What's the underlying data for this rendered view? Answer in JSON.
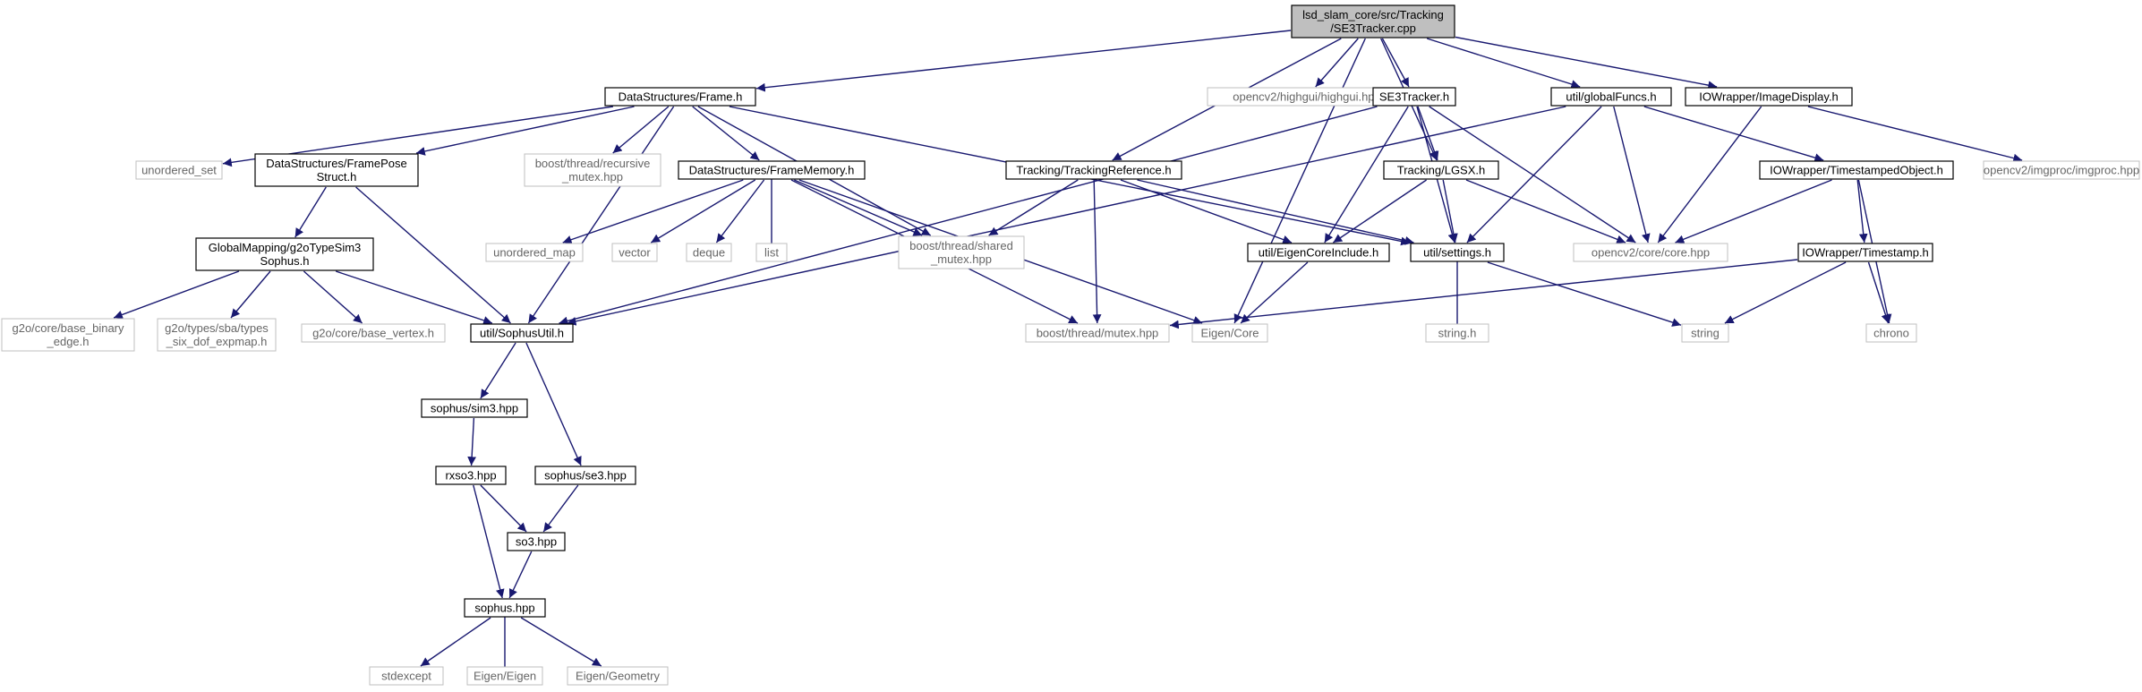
{
  "colors": {
    "edge": "#191970",
    "local_border": "#000000",
    "system_border": "#bfbfbf",
    "system_text": "#666666",
    "root_fill": "#bfbfbf"
  },
  "nodes": {
    "root": [
      "lsd_slam_core/src/Tracking",
      "/SE3Tracker.cpp"
    ],
    "frame": [
      "DataStructures/Frame.h"
    ],
    "highgui": [
      "opencv2/highgui/highgui.hpp"
    ],
    "se3tracker": [
      "SE3Tracker.h"
    ],
    "globalfuncs": [
      "util/globalFuncs.h"
    ],
    "imagedisplay": [
      "IOWrapper/ImageDisplay.h"
    ],
    "unordered_set": [
      "unordered_set"
    ],
    "framepose": [
      "DataStructures/FramePose",
      "Struct.h"
    ],
    "recursive_mutex": [
      "boost/thread/recursive",
      "_mutex.hpp"
    ],
    "framememory": [
      "DataStructures/FrameMemory.h"
    ],
    "trackingref": [
      "Tracking/TrackingReference.h"
    ],
    "lgsx": [
      "Tracking/LGSX.h"
    ],
    "timestampedobject": [
      "IOWrapper/TimestampedObject.h"
    ],
    "imgproc": [
      "opencv2/imgproc/imgproc.hpp"
    ],
    "g2otypesim3": [
      "GlobalMapping/g2oTypeSim3",
      "Sophus.h"
    ],
    "unordered_map": [
      "unordered_map"
    ],
    "vector": [
      "vector"
    ],
    "deque": [
      "deque"
    ],
    "list": [
      "list"
    ],
    "shared_mutex": [
      "boost/thread/shared",
      "_mutex.hpp"
    ],
    "eigencoreinclude": [
      "util/EigenCoreInclude.h"
    ],
    "settings": [
      "util/settings.h"
    ],
    "corehpp": [
      "opencv2/core/core.hpp"
    ],
    "timestamp": [
      "IOWrapper/Timestamp.h"
    ],
    "base_binary_edge": [
      "g2o/core/base_binary",
      "_edge.h"
    ],
    "types_six_dof": [
      "g2o/types/sba/types",
      "_six_dof_expmap.h"
    ],
    "base_vertex": [
      "g2o/core/base_vertex.h"
    ],
    "sophusutil": [
      "util/SophusUtil.h"
    ],
    "boost_mutex": [
      "boost/thread/mutex.hpp"
    ],
    "eigen_core": [
      "Eigen/Core"
    ],
    "string_h": [
      "string.h"
    ],
    "string": [
      "string"
    ],
    "chrono": [
      "chrono"
    ],
    "sim3": [
      "sophus/sim3.hpp"
    ],
    "se3": [
      "sophus/se3.hpp"
    ],
    "rxso3": [
      "rxso3.hpp"
    ],
    "so3": [
      "so3.hpp"
    ],
    "sophus": [
      "sophus.hpp"
    ],
    "stdexcept": [
      "stdexcept"
    ],
    "eigen_eigen": [
      "Eigen/Eigen"
    ],
    "eigen_geometry": [
      "Eigen/Geometry"
    ]
  },
  "edges": [
    [
      "root",
      "frame"
    ],
    [
      "root",
      "highgui"
    ],
    [
      "root",
      "se3tracker"
    ],
    [
      "root",
      "globalfuncs"
    ],
    [
      "root",
      "imagedisplay"
    ],
    [
      "root",
      "trackingref"
    ],
    [
      "root",
      "lgsx"
    ],
    [
      "root",
      "eigen_core"
    ],
    [
      "frame",
      "unordered_set"
    ],
    [
      "frame",
      "framepose"
    ],
    [
      "frame",
      "recursive_mutex"
    ],
    [
      "frame",
      "framememory"
    ],
    [
      "frame",
      "shared_mutex"
    ],
    [
      "frame",
      "settings"
    ],
    [
      "frame",
      "sophusutil"
    ],
    [
      "se3tracker",
      "lgsx"
    ],
    [
      "se3tracker",
      "eigencoreinclude"
    ],
    [
      "se3tracker",
      "settings"
    ],
    [
      "se3tracker",
      "corehpp"
    ],
    [
      "se3tracker",
      "sophusutil"
    ],
    [
      "globalfuncs",
      "settings"
    ],
    [
      "globalfuncs",
      "corehpp"
    ],
    [
      "globalfuncs",
      "sophusutil"
    ],
    [
      "globalfuncs",
      "timestampedobject"
    ],
    [
      "imagedisplay",
      "corehpp"
    ],
    [
      "imagedisplay",
      "imgproc"
    ],
    [
      "framepose",
      "g2otypesim3"
    ],
    [
      "framepose",
      "sophusutil"
    ],
    [
      "framememory",
      "unordered_map"
    ],
    [
      "framememory",
      "vector"
    ],
    [
      "framememory",
      "deque"
    ],
    [
      "framememory",
      "list"
    ],
    [
      "framememory",
      "shared_mutex"
    ],
    [
      "framememory",
      "boost_mutex"
    ],
    [
      "framememory",
      "eigen_core"
    ],
    [
      "trackingref",
      "shared_mutex"
    ],
    [
      "trackingref",
      "boost_mutex"
    ],
    [
      "trackingref",
      "eigencoreinclude"
    ],
    [
      "trackingref",
      "settings"
    ],
    [
      "lgsx",
      "eigencoreinclude"
    ],
    [
      "lgsx",
      "settings"
    ],
    [
      "lgsx",
      "corehpp"
    ],
    [
      "timestampedobject",
      "corehpp"
    ],
    [
      "timestampedobject",
      "timestamp"
    ],
    [
      "timestampedobject",
      "chrono"
    ],
    [
      "timestamp",
      "boost_mutex"
    ],
    [
      "timestamp",
      "string"
    ],
    [
      "timestamp",
      "chrono"
    ],
    [
      "g2otypesim3",
      "base_binary_edge"
    ],
    [
      "g2otypesim3",
      "types_six_dof"
    ],
    [
      "g2otypesim3",
      "base_vertex"
    ],
    [
      "g2otypesim3",
      "sophusutil"
    ],
    [
      "eigencoreinclude",
      "eigen_core"
    ],
    [
      "settings",
      "string_h"
    ],
    [
      "settings",
      "string"
    ],
    [
      "sophusutil",
      "sim3"
    ],
    [
      "sophusutil",
      "se3"
    ],
    [
      "sim3",
      "rxso3"
    ],
    [
      "se3",
      "so3"
    ],
    [
      "rxso3",
      "so3"
    ],
    [
      "rxso3",
      "sophus"
    ],
    [
      "so3",
      "sophus"
    ],
    [
      "sophus",
      "stdexcept"
    ],
    [
      "sophus",
      "eigen_eigen"
    ],
    [
      "sophus",
      "eigen_geometry"
    ]
  ]
}
